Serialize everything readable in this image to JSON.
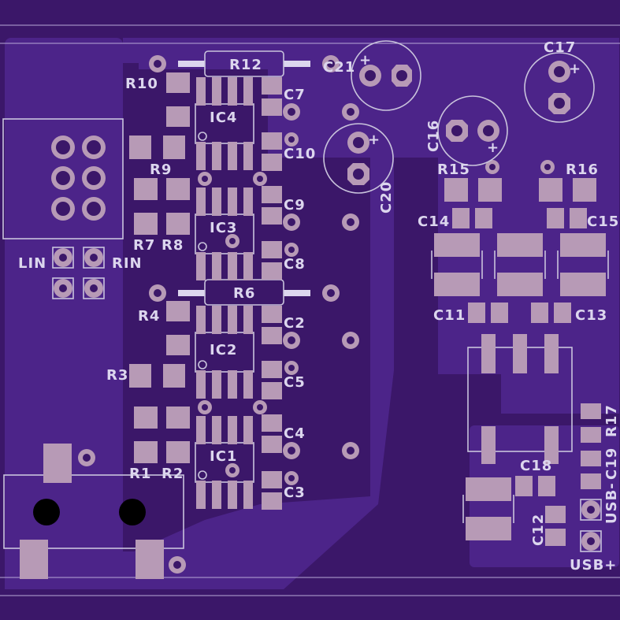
{
  "labels": {
    "r12": "R12",
    "r10": "R10",
    "r6": "R6",
    "r4": "R4",
    "r9": "R9",
    "r7": "R7",
    "r8": "R8",
    "r3": "R3",
    "r1": "R1",
    "r2": "R2",
    "r15": "R15",
    "r16": "R16",
    "r17": "R17",
    "ic1": "IC1",
    "ic2": "IC2",
    "ic3": "IC3",
    "ic4": "IC4",
    "c2": "C2",
    "c3": "C3",
    "c4": "C4",
    "c5": "C5",
    "c7": "C7",
    "c8": "C8",
    "c9": "C9",
    "c10": "C10",
    "c11": "C11",
    "c12": "C12",
    "c13": "C13",
    "c14": "C14",
    "c15": "C15",
    "c16": "C16",
    "c17": "C17",
    "c18": "C18",
    "c20": "C20",
    "c21": "C21",
    "lin": "LIN",
    "rin": "RIN",
    "usb_minus": "USB-",
    "c19": "C19",
    "usb_plus": "USB+",
    "plus": "+"
  },
  "colors": {
    "board": "#3b1769",
    "copper_pour": "#4c2489",
    "pad": "#b79ab6",
    "silkscreen": "#c9c3dc"
  }
}
